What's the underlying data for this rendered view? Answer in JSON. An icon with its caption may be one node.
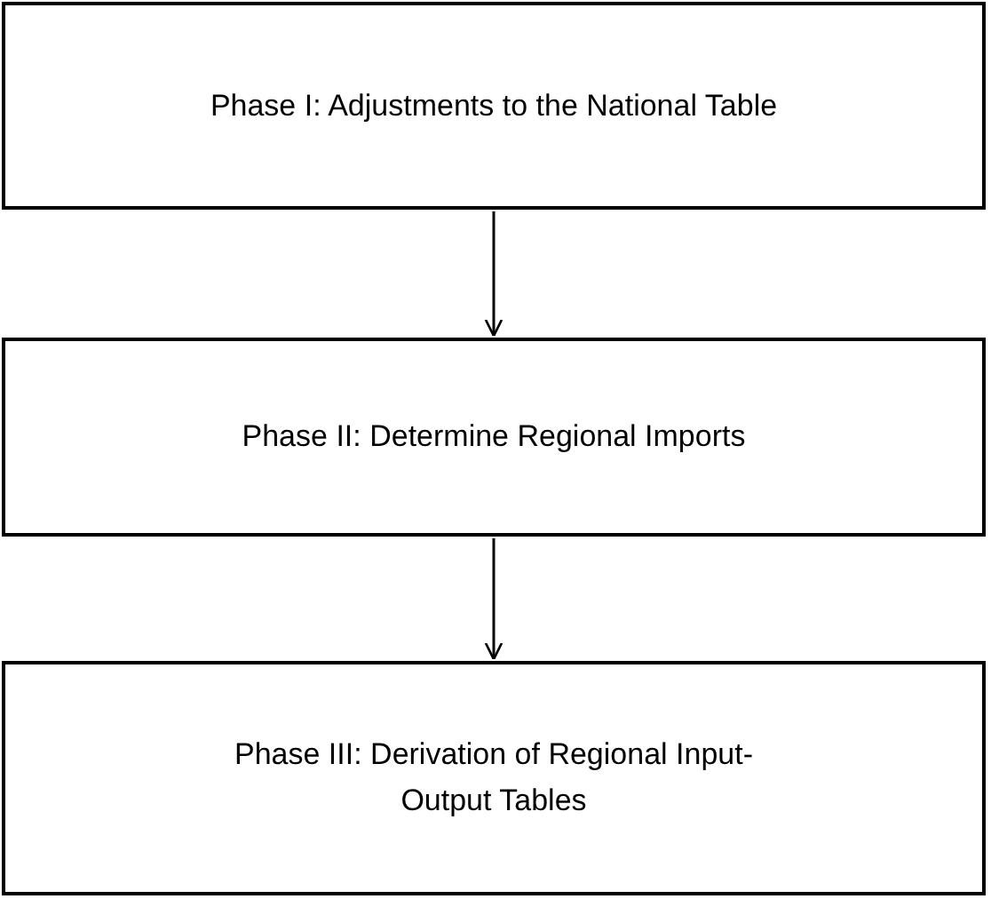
{
  "diagram": {
    "nodes": [
      {
        "text": [
          "Phase I: Adjustments to the National Table"
        ]
      },
      {
        "text": [
          "Phase II: Determine Regional Imports"
        ]
      },
      {
        "text": [
          "Phase III: Derivation of Regional Input-Output Tables"
        ]
      }
    ],
    "edges": [
      {
        "from": 0,
        "to": 1,
        "arrow": "to"
      },
      {
        "from": 1,
        "to": 2,
        "arrow": "to"
      }
    ]
  }
}
